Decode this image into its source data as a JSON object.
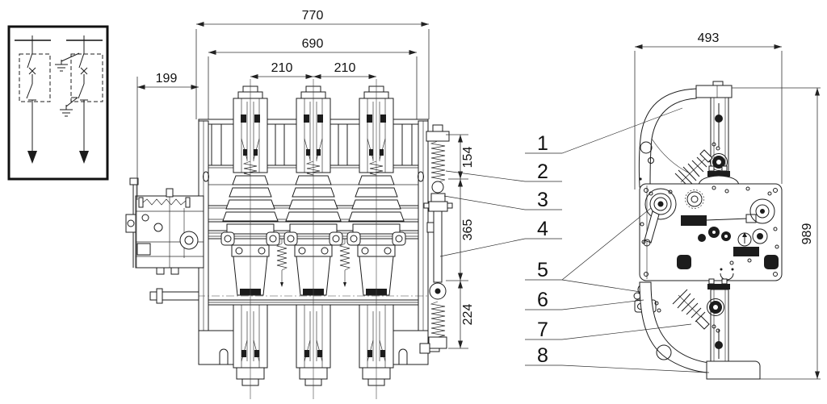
{
  "drawing": {
    "front_view": {
      "dim_overall_width": "770",
      "dim_frame_width": "690",
      "dim_pole_pitch_left": "210",
      "dim_pole_pitch_right": "210",
      "dim_mech_depth": "199",
      "dim_upper_section": "154",
      "dim_mid_section": "365",
      "dim_lower_section": "224"
    },
    "side_view": {
      "dim_width": "493",
      "dim_height": "989"
    },
    "part_labels": {
      "l1": "1",
      "l2": "2",
      "l3": "3",
      "l4": "4",
      "l5": "5",
      "l6": "6",
      "l7": "7",
      "l8": "8"
    }
  }
}
